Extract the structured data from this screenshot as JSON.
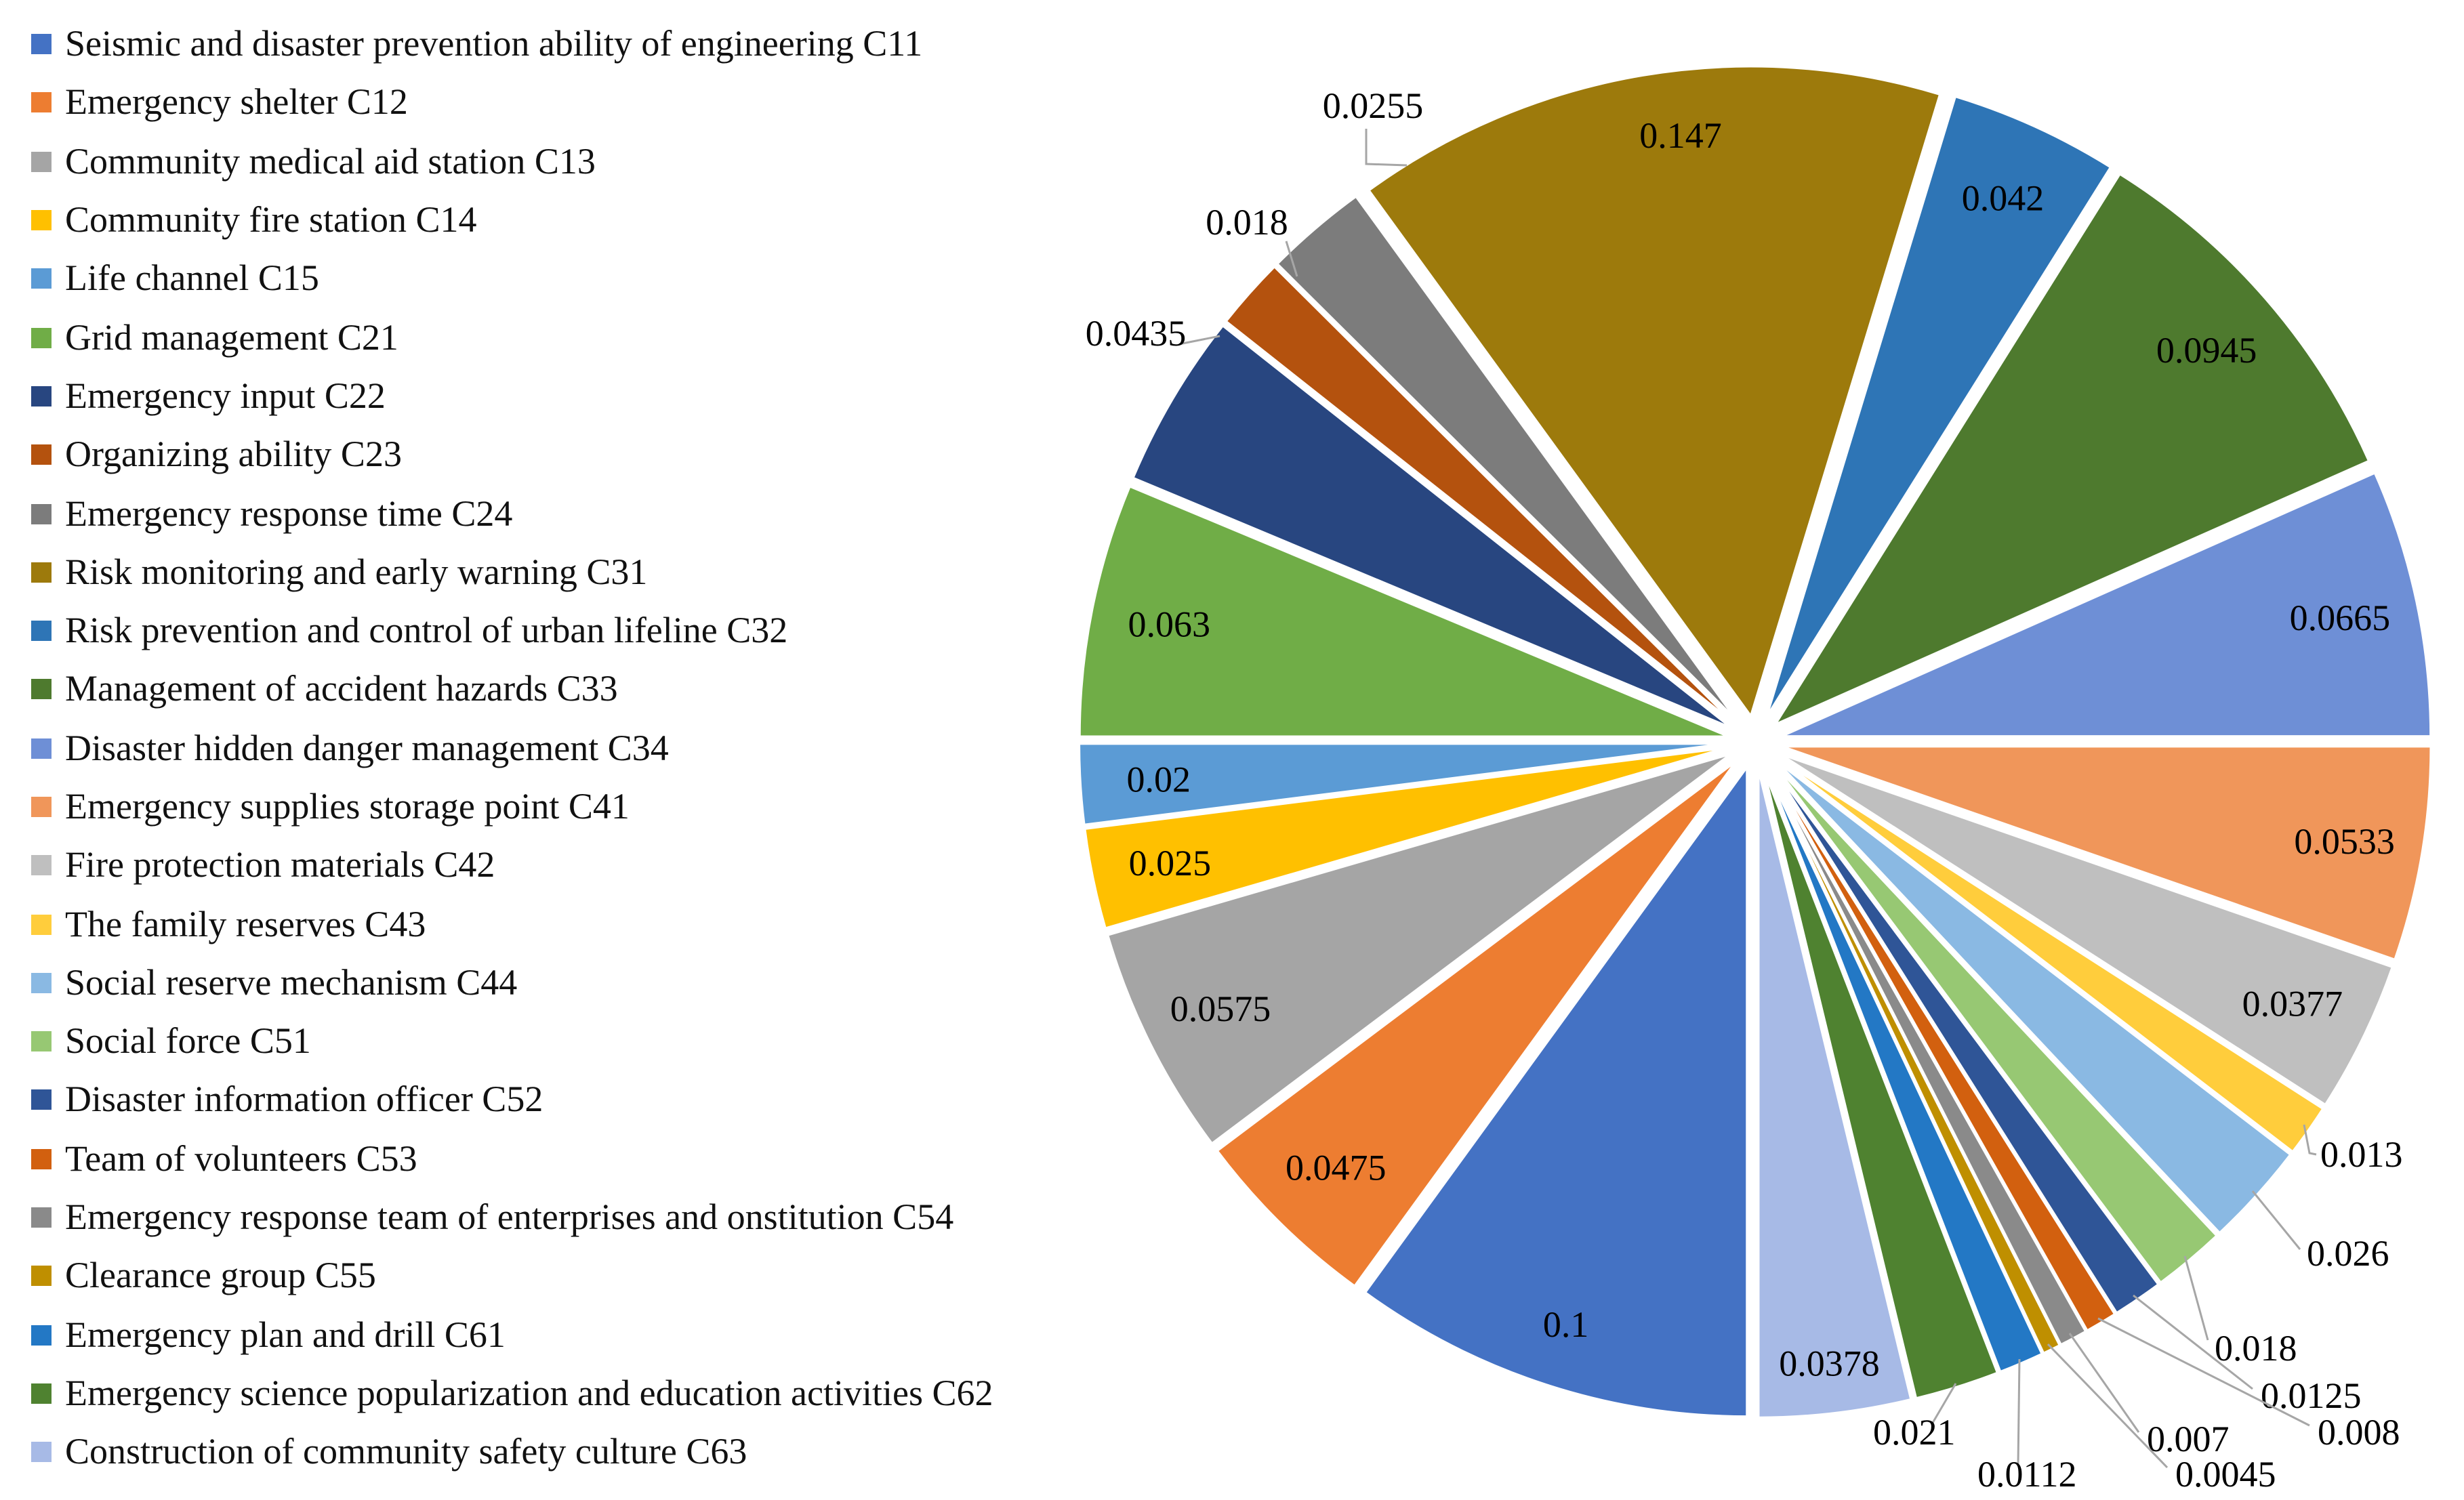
{
  "chart_data": {
    "type": "pie",
    "title": "",
    "legend_position": "left",
    "start_angle_deg": 180,
    "explode_pct": 0.04,
    "grid": false,
    "categories": [
      "Seismic and disaster prevention ability of engineering C11",
      "Emergency shelter C12",
      "Community medical aid station C13",
      "Community fire station C14",
      "Life channel C15",
      "Grid management C21",
      "Emergency input C22",
      "Organizing ability C23",
      "Emergency response time C24",
      "Risk monitoring and early warning C31",
      "Risk prevention and control of urban lifeline C32",
      "Management of accident hazards C33",
      "Disaster hidden danger management C34",
      "Emergency supplies storage point C41",
      "Fire protection materials C42",
      "The family reserves C43",
      "Social reserve mechanism C44",
      "Social force C51",
      "Disaster information officer C52",
      "Team of volunteers C53",
      "Emergency response team of enterprises and onstitution C54",
      "Clearance group C55",
      "Emergency plan and drill C61",
      "Emergency science popularization and education activities C62",
      "Construction of community safety culture C63"
    ],
    "values": [
      0.1,
      0.0475,
      0.0575,
      0.025,
      0.02,
      0.063,
      0.0435,
      0.018,
      0.0255,
      0.147,
      0.042,
      0.0945,
      0.0665,
      0.0533,
      0.0377,
      0.013,
      0.026,
      0.018,
      0.0125,
      0.008,
      0.007,
      0.0045,
      0.0112,
      0.021,
      0.0378
    ],
    "labels": [
      "0.1",
      "0.0475",
      "0.0575",
      "0.025",
      "0.02",
      "0.063",
      "0.0435",
      "0.018",
      "0.0255",
      "0.147",
      "0.042",
      "0.0945",
      "0.0665",
      "0.0533",
      "0.0377",
      "0.013",
      "0.026",
      "0.018",
      "0.0125",
      "0.008",
      "0.007",
      "0.0045",
      "0.0112",
      "0.021",
      "0.0378"
    ],
    "colors": [
      "#4472C4",
      "#ED7D31",
      "#A5A5A5",
      "#FFC000",
      "#5B9BD5",
      "#70AD47",
      "#284680",
      "#B4520E",
      "#7C7C7C",
      "#9D7A0C",
      "#2E75B6",
      "#4E7A2E",
      "#6E8FD6",
      "#F0965A",
      "#BFBFBF",
      "#FFCD3C",
      "#8AB9E3",
      "#97C873",
      "#2F5597",
      "#D2600F",
      "#8A8A8A",
      "#BF8F00",
      "#2378C5",
      "#4F8230",
      "#A7BAE6"
    ],
    "label_color": "#000000",
    "leader_line_color": "#A6A6A6"
  }
}
